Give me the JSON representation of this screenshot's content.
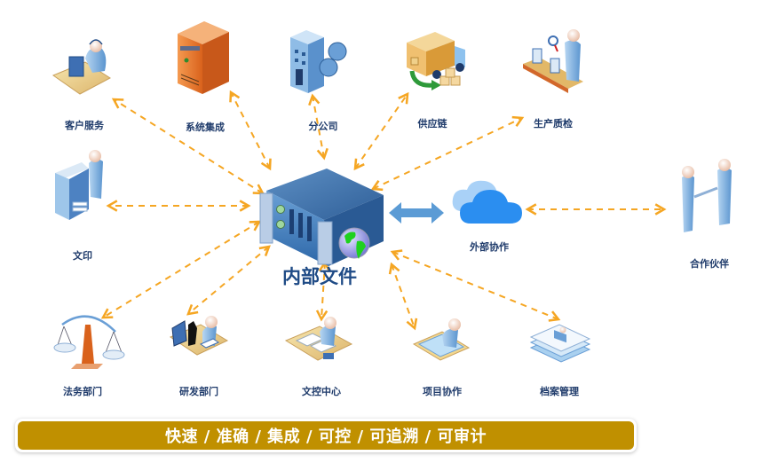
{
  "diagram": {
    "center": {
      "label": "内部文件",
      "icon": "server-globe-icon"
    },
    "nodes": [
      {
        "id": "customer-service",
        "label": "客户服务",
        "icon": "call-center-agent-icon"
      },
      {
        "id": "system-integration",
        "label": "系统集成",
        "icon": "server-tower-icon"
      },
      {
        "id": "branch-office",
        "label": "分公司",
        "icon": "office-building-globe-icon"
      },
      {
        "id": "supply-chain",
        "label": "供应链",
        "icon": "delivery-truck-icon"
      },
      {
        "id": "production-qc",
        "label": "生产质检",
        "icon": "quality-inspector-icon"
      },
      {
        "id": "printing",
        "label": "文印",
        "icon": "printer-operator-icon"
      },
      {
        "id": "legal-dept",
        "label": "法务部门",
        "icon": "justice-scale-icon"
      },
      {
        "id": "rnd-dept",
        "label": "研发部门",
        "icon": "researcher-microscope-icon"
      },
      {
        "id": "document-control",
        "label": "文控中心",
        "icon": "document-desk-icon"
      },
      {
        "id": "project-collab",
        "label": "项目协作",
        "icon": "blueprint-designer-icon"
      },
      {
        "id": "archive-mgmt",
        "label": "档案管理",
        "icon": "document-stack-icon"
      }
    ],
    "external": {
      "label": "外部协作",
      "icon": "cloud-icon"
    },
    "partner": {
      "label": "合作伙伴",
      "icon": "handshake-partners-icon"
    },
    "connectors": {
      "dashed_color": "#f5a623",
      "solid_arrow_color": "#4a90d9"
    }
  },
  "banner": {
    "text": "快速 / 准确 / 集成 / 可控 / 可追溯 / 可审计",
    "color": "#c09000"
  }
}
